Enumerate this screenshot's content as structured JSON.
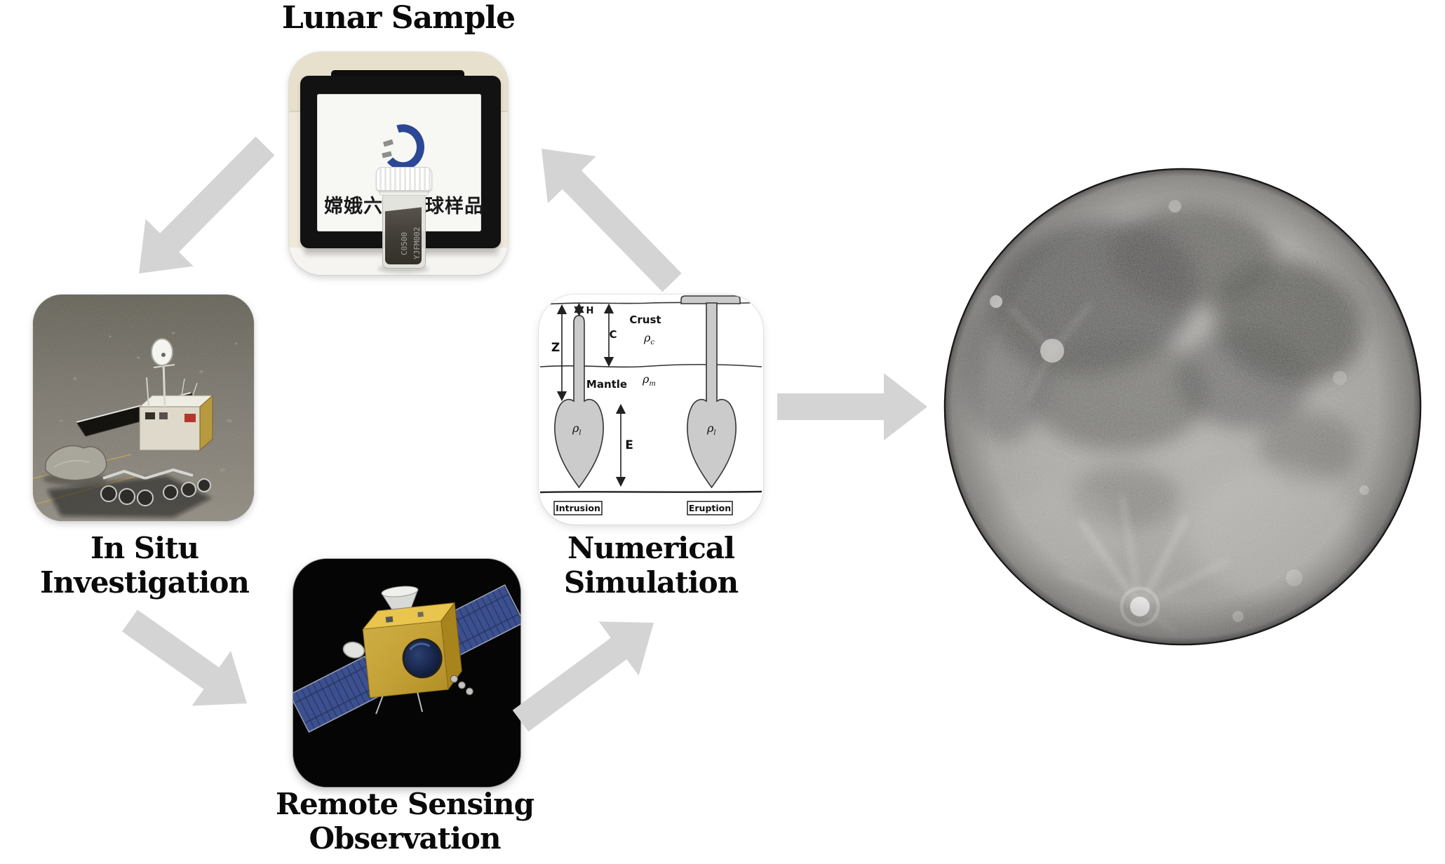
{
  "figure": {
    "stage_labels": {
      "lunar_sample": "Lunar Sample",
      "in_situ_1": "In Situ",
      "in_situ_2": "Investigation",
      "remote_1": "Remote Sensing",
      "remote_2": "Observation",
      "simulation_1": "Numerical",
      "simulation_2": "Simulation"
    }
  },
  "sample_photo": {
    "plaque_text_left": "嫦娥六",
    "plaque_text_right": "球样品",
    "vial_code_1": "C0500",
    "vial_code_2": "YJFM002"
  },
  "simulation_diagram": {
    "z": "Z",
    "h": "H",
    "c": "C",
    "e": "E",
    "crust": "Crust",
    "mantle": "Mantle",
    "rho": "ρ",
    "sub_c": "c",
    "sub_m": "m",
    "sub_l": "l",
    "intrusion": "Intrusion",
    "eruption": "Eruption"
  },
  "colors": {
    "arrow": "#d4d4d4",
    "label_text": "#0a0a0a",
    "logo_blue": "#2b4795",
    "satellite_gold": "#d7a92c",
    "solar_panel_blue": "#3c5090",
    "diagram_gray": "#cbcbcb"
  }
}
